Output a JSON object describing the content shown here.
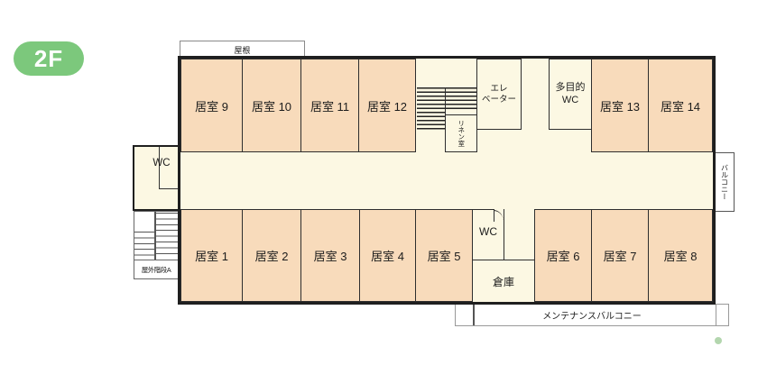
{
  "floor_badge": "2F",
  "rooms": {
    "room1": "居室 1",
    "room2": "居室 2",
    "room3": "居室 3",
    "room4": "居室 4",
    "room5": "居室 5",
    "room6": "居室 6",
    "room7": "居室 7",
    "room8": "居室 8",
    "room9": "居室 9",
    "room10": "居室 10",
    "room11": "居室 11",
    "room12": "居室 12",
    "room13": "居室 13",
    "room14": "居室 14"
  },
  "facilities": {
    "wc_left": "WC",
    "wc_center": "WC",
    "storage": "倉庫",
    "linen_room": "リネン室",
    "elevator_line1": "エレ",
    "elevator_line2": "ベーター",
    "multipurpose_wc_line1": "多目的",
    "multipurpose_wc_line2": "WC"
  },
  "annotations": {
    "roof": "屋根",
    "balcony": "バルコニー",
    "maintenance_balcony": "メンテナンスバルコニー",
    "outdoor_stairs": "屋外階段A"
  },
  "colors": {
    "room_fill": "#F8DBBB",
    "corridor_fill": "#FCF8E3",
    "badge_green": "#7CC87C",
    "wall": "#1F1F1F",
    "accent_dot": "#B3D6AE"
  }
}
